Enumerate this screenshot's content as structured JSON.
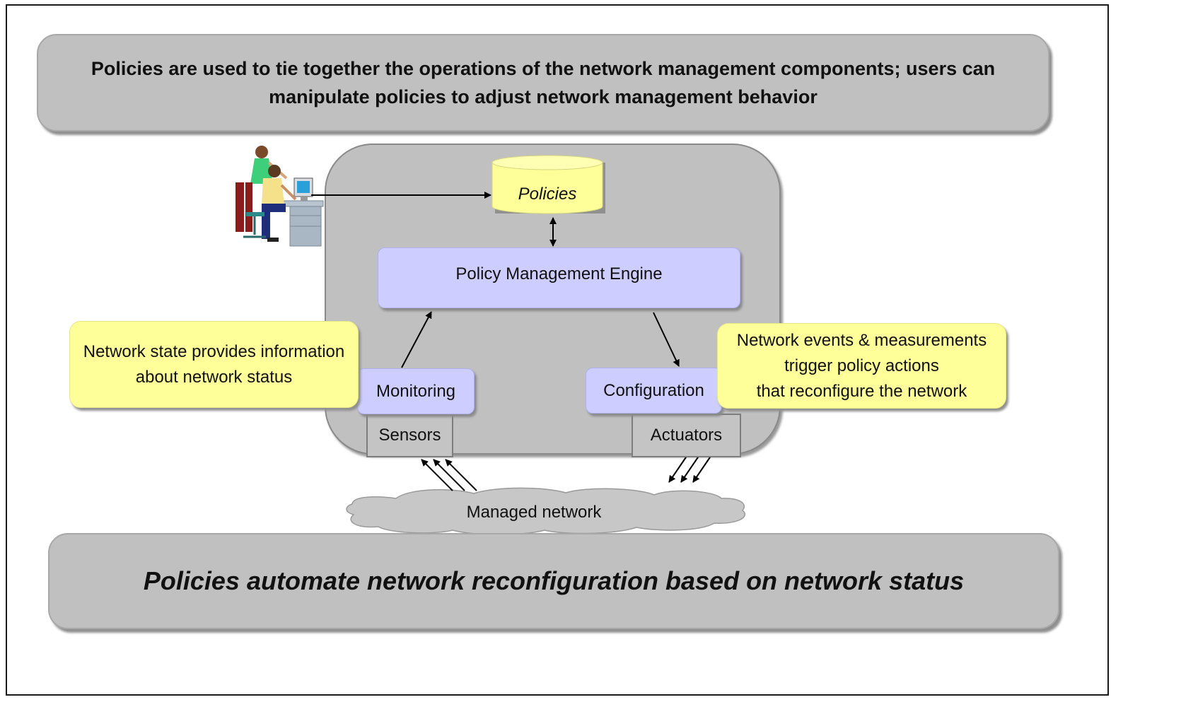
{
  "top_banner": {
    "line1": "Policies are used to tie together the operations of the network management components; users can",
    "line2": "manipulate policies to adjust network management behavior"
  },
  "database": {
    "label": "Policies"
  },
  "engine": {
    "label": "Policy Management Engine"
  },
  "monitoring": {
    "label": "Monitoring"
  },
  "configuration": {
    "label": "Configuration"
  },
  "sensors": {
    "label": "Sensors"
  },
  "actuators": {
    "label": "Actuators"
  },
  "note_left": {
    "line1": "Network state provides information",
    "line2": "about network status"
  },
  "note_right": {
    "line1": "Network events & measurements",
    "line2": "trigger policy actions",
    "line3": "that reconfigure the network"
  },
  "cloud": {
    "label": "Managed network"
  },
  "bottom_banner": {
    "text": "Policies automate network reconfiguration based on network status"
  },
  "colors": {
    "banner": "#c0c0c0",
    "engine_boxes": "#cdcdff",
    "notes": "#ffff99",
    "database": "#ffff99"
  },
  "icons": [
    "users-at-computer-icon"
  ]
}
